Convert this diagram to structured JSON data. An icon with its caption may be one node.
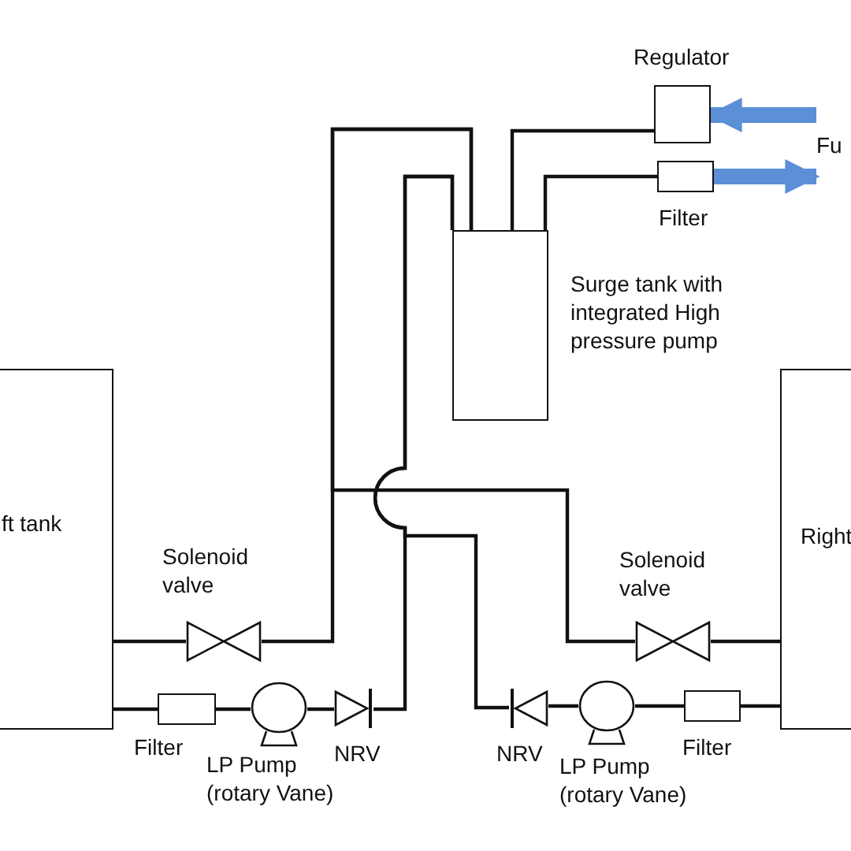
{
  "diagram": {
    "nodes": [
      {
        "text": [
          "ft tank"
        ]
      },
      {
        "text": [
          "Right"
        ]
      },
      {
        "text": [
          "Surge tank with integrated High pressure pump"
        ]
      },
      {
        "text": [
          "Regulator"
        ]
      },
      {
        "text": [
          "Filter"
        ]
      },
      {
        "text": [
          "Fu"
        ]
      },
      {
        "text": [
          "Solenoid valve"
        ]
      },
      {
        "text": [
          "Filter"
        ]
      },
      {
        "text": [
          "LP Pump (rotary Vane)"
        ]
      },
      {
        "text": [
          "NRV"
        ]
      },
      {
        "text": [
          "NRV"
        ]
      },
      {
        "text": [
          "LP Pump (rotary Vane)"
        ]
      },
      {
        "text": [
          "Filter"
        ]
      },
      {
        "text": [
          "Solenoid valve"
        ]
      }
    ],
    "edges": [
      {
        "from": 0,
        "to": 6,
        "arrow": "none"
      },
      {
        "from": 6,
        "to": 2,
        "arrow": "none"
      },
      {
        "from": 13,
        "to": 2,
        "arrow": "none"
      },
      {
        "from": 13,
        "to": 1,
        "arrow": "none"
      },
      {
        "from": 0,
        "to": 7,
        "arrow": "none"
      },
      {
        "from": 7,
        "to": 8,
        "arrow": "none"
      },
      {
        "from": 8,
        "to": 9,
        "arrow": "none"
      },
      {
        "from": 9,
        "to": 2,
        "arrow": "none"
      },
      {
        "from": 1,
        "to": 12,
        "arrow": "none"
      },
      {
        "from": 12,
        "to": 11,
        "arrow": "none"
      },
      {
        "from": 11,
        "to": 10,
        "arrow": "none"
      },
      {
        "from": 10,
        "to": 2,
        "arrow": "none"
      },
      {
        "from": 2,
        "to": 3,
        "arrow": "none"
      },
      {
        "from": 2,
        "to": 4,
        "arrow": "none"
      },
      {
        "from": 5,
        "to": 3,
        "arrow": "to",
        "style": "thick",
        "color": "#5b8fd6"
      },
      {
        "from": 4,
        "to": 5,
        "arrow": "to",
        "style": "thick",
        "color": "#5b8fd6"
      }
    ]
  }
}
